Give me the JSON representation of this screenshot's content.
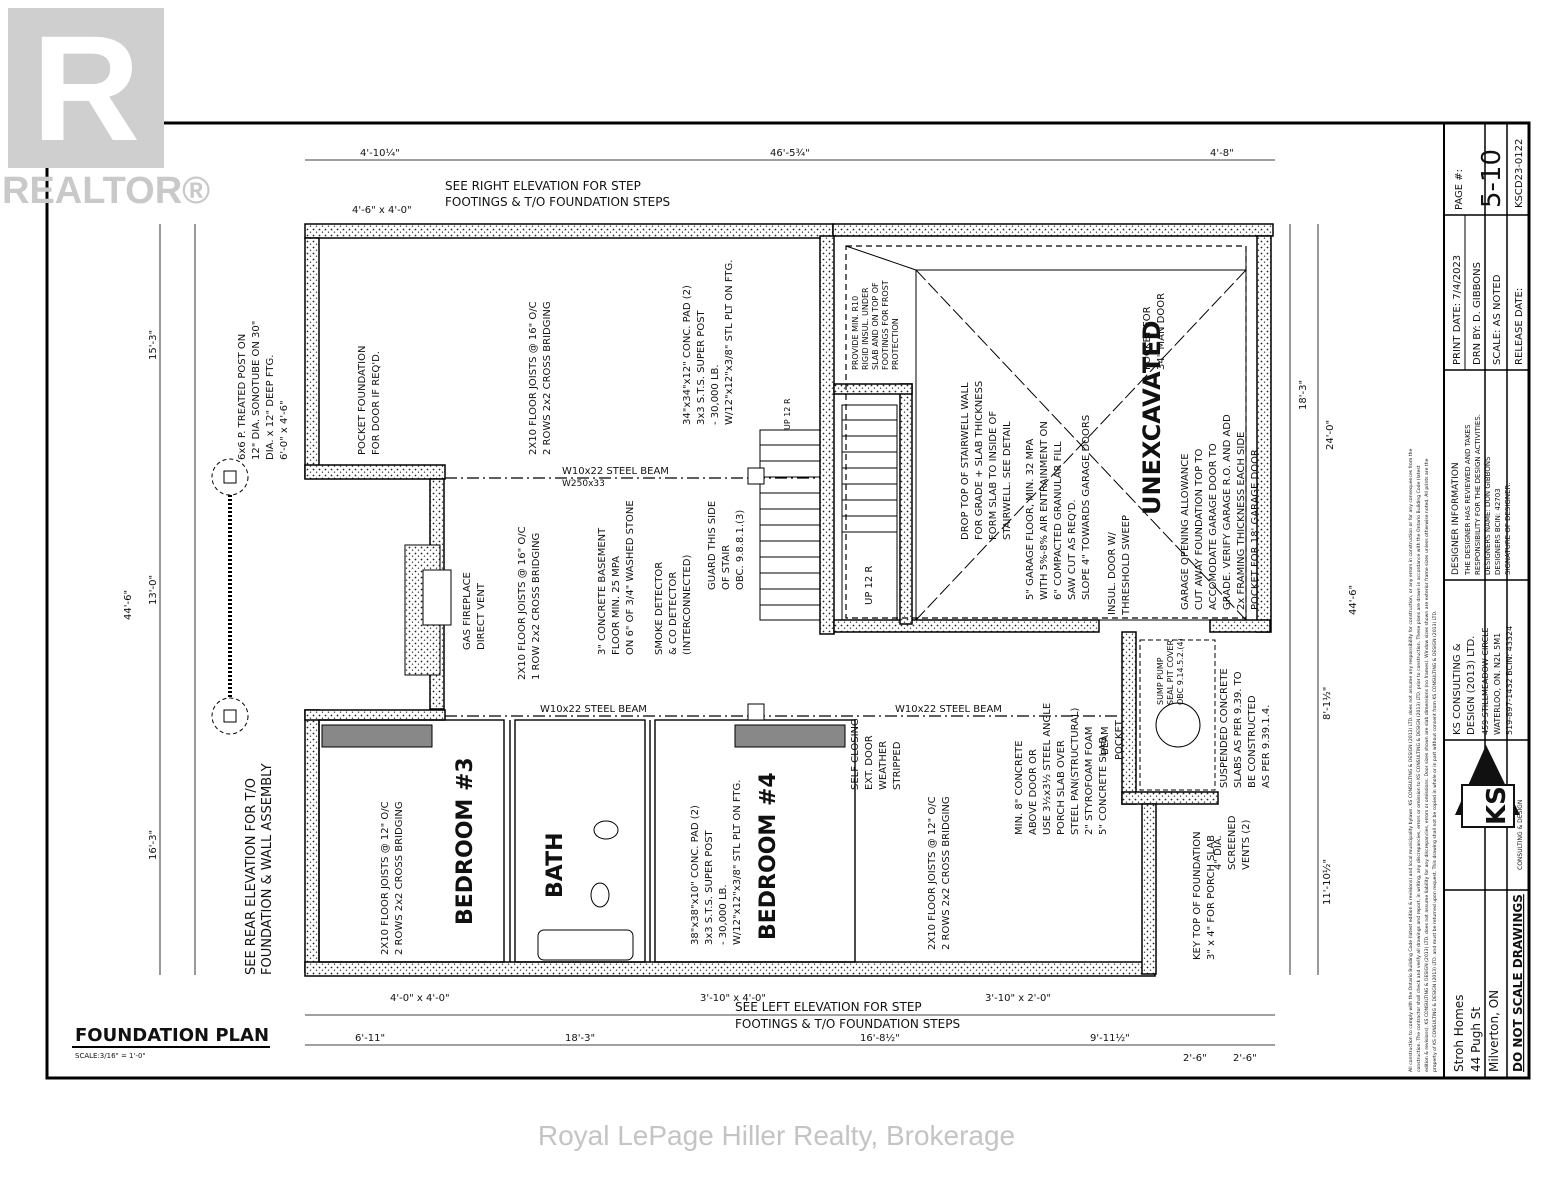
{
  "watermark": {
    "realtor": "REALTOR®",
    "brokerage": "Royal LePage Hiller Realty, Brokerage"
  },
  "plan": {
    "title": "FOUNDATION PLAN",
    "scale_note": "SCALE:3/16\" = 1'-0\"",
    "rooms": {
      "bedroom3": "BEDROOM #3",
      "bedroom4": "BEDROOM #4",
      "bath": "BATH",
      "unexcavated": "UNEXCAVATED"
    },
    "top_dims": [
      "4'-10¼\"",
      "46'-5¾\"",
      "4'-8\""
    ],
    "bottom_dims": [
      "6'-11\"",
      "18'-3\"",
      "16'-8½\"",
      "9'-11½\"",
      "2'-6\"",
      "2'-6\""
    ],
    "left_dims": [
      "15'-3\"",
      "13'-0\"",
      "16'-3\"",
      "44'-6\""
    ],
    "right_dims": [
      "24'-0\"",
      "18'-3\"",
      "44'-6\"",
      "8'-1½\"",
      "11'-10½\""
    ],
    "notes": {
      "right_elev": [
        "SEE RIGHT ELEVATION FOR STEP",
        "FOOTINGS & T/O FOUNDATION STEPS"
      ],
      "left_elev": [
        "SEE LEFT ELEVATION FOR STEP",
        "FOOTINGS & T/O FOUNDATION STEPS"
      ],
      "rear_elev": [
        "SEE REAR ELEVATION FOR T/O",
        "FOUNDATION & WALL ASSEMBLY"
      ],
      "step_top": "4'-6\" x 4'-0\"",
      "step_bottom_left": "4'-0\" x 4'-0\"",
      "step_bottom_mid": "3'-10\" x 4'-0\"",
      "step_bottom_right": "3'-10\" x 2'-0\"",
      "beam_upper": "W10x22 STEEL BEAM",
      "beam_upper_sub": "W250x33",
      "beam_lower_a": "W10x22 STEEL BEAM",
      "beam_lower_b": "W10x22 STEEL BEAM",
      "floor_joists_1": "2X10 FLOOR JOISTS @ 16\" O/C",
      "floor_joists_1b": "2 ROWS 2x2 CROSS BRIDGING",
      "floor_joists_2": "2X10 FLOOR JOISTS @ 16\" O/C",
      "floor_joists_2b": "1 ROW 2x2 CROSS BRIDGING",
      "floor_joists_3": "2X10 FLOOR JOISTS @ 12\" O/C",
      "floor_joists_3b": "2 ROWS 2x2 CROSS BRIDGING",
      "floor_joists_4": "2X10 FLOOR JOISTS @ 12\" O/C",
      "floor_joists_4b": "2 ROWS 2x2 CROSS BRIDGING",
      "slab_note": [
        "3\" CONCRETE BASEMENT",
        "FLOOR MIN. 25 MPA",
        "ON 6\" OF 3/4\" WASHED STONE"
      ],
      "smoke_note": [
        "SMOKE DETECTOR",
        "& CO DETECTOR",
        "(INTERCONNECTED)"
      ],
      "guard_note": [
        "GUARD THIS SIDE",
        "OF STAIR",
        "OBC. 9.8.8.1.(3)"
      ],
      "pad_note_1": [
        "34\"x34\"x12\" CONC. PAD (2)",
        "3x3 S.T.S. SUPER POST",
        "- 30,000 LB.",
        "W/12\"x12\"x3/8\" STL PLT ON FTG."
      ],
      "pad_note_2": [
        "38\"x38\"x10\" CONC. PAD (2)",
        "3x3 S.T.S. SUPER POST",
        "- 30,000 LB.",
        "W/12\"x12\"x3/8\" STL PLT ON FTG."
      ],
      "fireplace": [
        "GAS FIREPLACE",
        "DIRECT VENT"
      ],
      "post_note": [
        "6x6 P. TREATED POST ON",
        "12\" DIA. SONOTUBE ON 30\"",
        "DIA. x 12\" DEEP FTG.",
        "6'-0\" x 4'-6\""
      ],
      "pocket_note": [
        "POCKET FOUNDATION",
        "FOR DOOR IF REQ'D."
      ],
      "stair_note": [
        "DROP TOP OF STAIRWELL WALL",
        "FOR GRADE + SLAB THICKNESS",
        "FORM SLAB TO INSIDE OF",
        "STAIRWELL. SEE DETAIL"
      ],
      "insul_note": [
        "PROVIDE MIN. R10",
        "RIGID INSUL. UNDER",
        "SLAB AND ON TOP OF",
        "FOOTINGS FOR FROST",
        "PROTECTION"
      ],
      "garage_floor": [
        "5\" GARAGE FLOOR, MIN. 32 MPA",
        "WITH 5%-8% AIR ENTRAINMENT ON",
        "6\" COMPACTED GRANULAR FILL",
        "SAW CUT AS REQ'D.",
        "SLOPE 4\" TOWARDS GARAGE DOORS"
      ],
      "garage_opening": [
        "GARAGE OPENING ALLOWANCE",
        "CUT AWAY FOUNDATION TOP TO",
        "ACCOMODATE GARAGE DOOR TO",
        "GRADE. VERIFY GARAGE R.O. AND ADD",
        "2x FRAMING THICKNESS EACH SIDE",
        "POCKET FOR 18' GARAGE DOOR"
      ],
      "man_door": [
        "POCKET FOR",
        "34\" MAN DOOR"
      ],
      "insul_door": [
        "INSUL. DOOR W/",
        "THRESHOLD SWEEP"
      ],
      "self_closing": [
        "SELF CLOSING",
        "EXT. DOOR",
        "WEATHER",
        "STRIPPED"
      ],
      "porch_note": [
        "MIN. 8\" CONCRETE",
        "ABOVE DOOR OR",
        "USE 3½x3½ STEEL ANGLE",
        "PORCH SLAB OVER",
        "STEEL PAN(STRUCTURAL)",
        "2\" STYROFOAM FOAM",
        "5\" CONCRETE SLAB"
      ],
      "beam_pocket": [
        "BEAM",
        "POCKET"
      ],
      "key_top": [
        "KEY TOP OF FOUNDATION",
        "3\" x 4\" FOR PORCH SLAB"
      ],
      "vents": [
        "4\" DIA.",
        "SCREENED",
        "VENTS (2)"
      ],
      "suspended": [
        "SUSPENDED CONCRETE",
        "SLABS AS PER 9.39. TO",
        "BE CONSTRUCTED",
        "AS PER 9.39.1.4."
      ],
      "sump": [
        "SUMP PUMP",
        "SEAL PIT COVER",
        "OBC 9.14.5.2.(4)"
      ],
      "stair_up": "UP 12 R",
      "stair_up2": "UP 12 R"
    }
  },
  "title_block": {
    "page_label": "PAGE #:",
    "page_number": "5-10",
    "project_no": "KSCD23-0122",
    "print_date": "PRINT DATE:  7/4/2023",
    "drawn_by": "DRN BY:  D. GIBBONS",
    "scale": "SCALE:  AS NOTED",
    "release": "RELEASE DATE:",
    "designer_info_title": "DESIGNER INFORMATION",
    "designer_info": [
      "THE DESIGNER HAS REVIEWED AND TAKES",
      "RESPONSIBILITY FOR THE DESIGN ACTIVITIES.",
      "DESIGNERS NAME: DON GIBBONS",
      "DESIGNERS BCIN: 42703",
      "SIGNATURE OF DESIGNER:"
    ],
    "company": [
      "KS CONSULTING &",
      "DESIGN (2013) LTD.",
      "459 STILLMEADOW CIRCLE",
      "WATERLOO, ON.  N2L 5M1",
      "519-897-1432        BCIN: 43324"
    ],
    "logo_text": "KS",
    "logo_sub": "CONSULTING & DESIGN",
    "client": [
      "Stroh Homes",
      "44 Pugh St",
      "Milverton, ON"
    ],
    "no_scale": "DO NOT SCALE DRAWINGS",
    "disclaimer": [
      "All construction to comply with the Ontario Building Code (latest edition & revisions) and local municipality bylaws. KS CONSULTING & DESIGN (2013) LTD. does not assume any responsibility for construction, or any errors in construction or for any consequences from the",
      "construction. The contractor shall check and verify all drawings and report, in writing, any discrepancies, errors or omission to KS CONSULTING & DESIGN (2013) LTD. prior to construction. These plans are drawn in accordance with the Ontario Building Code (latest",
      "edition & revisions). KS CONSULTING & DESIGN (2013) LTD. does not assume liability for any discrepancies, errors or omissions. Door sizes shown are slab dimensions (no frames). Window sizes shown are exterior frame sizes unless otherwise noted. All prints are the",
      "property of KS CONSULTING & DESIGN (2013) LTD. and must be returned upon request. This drawing shall not be copied in whole or in part without consent from KS CONSULTING & DESIGN (2013) LTD."
    ]
  }
}
